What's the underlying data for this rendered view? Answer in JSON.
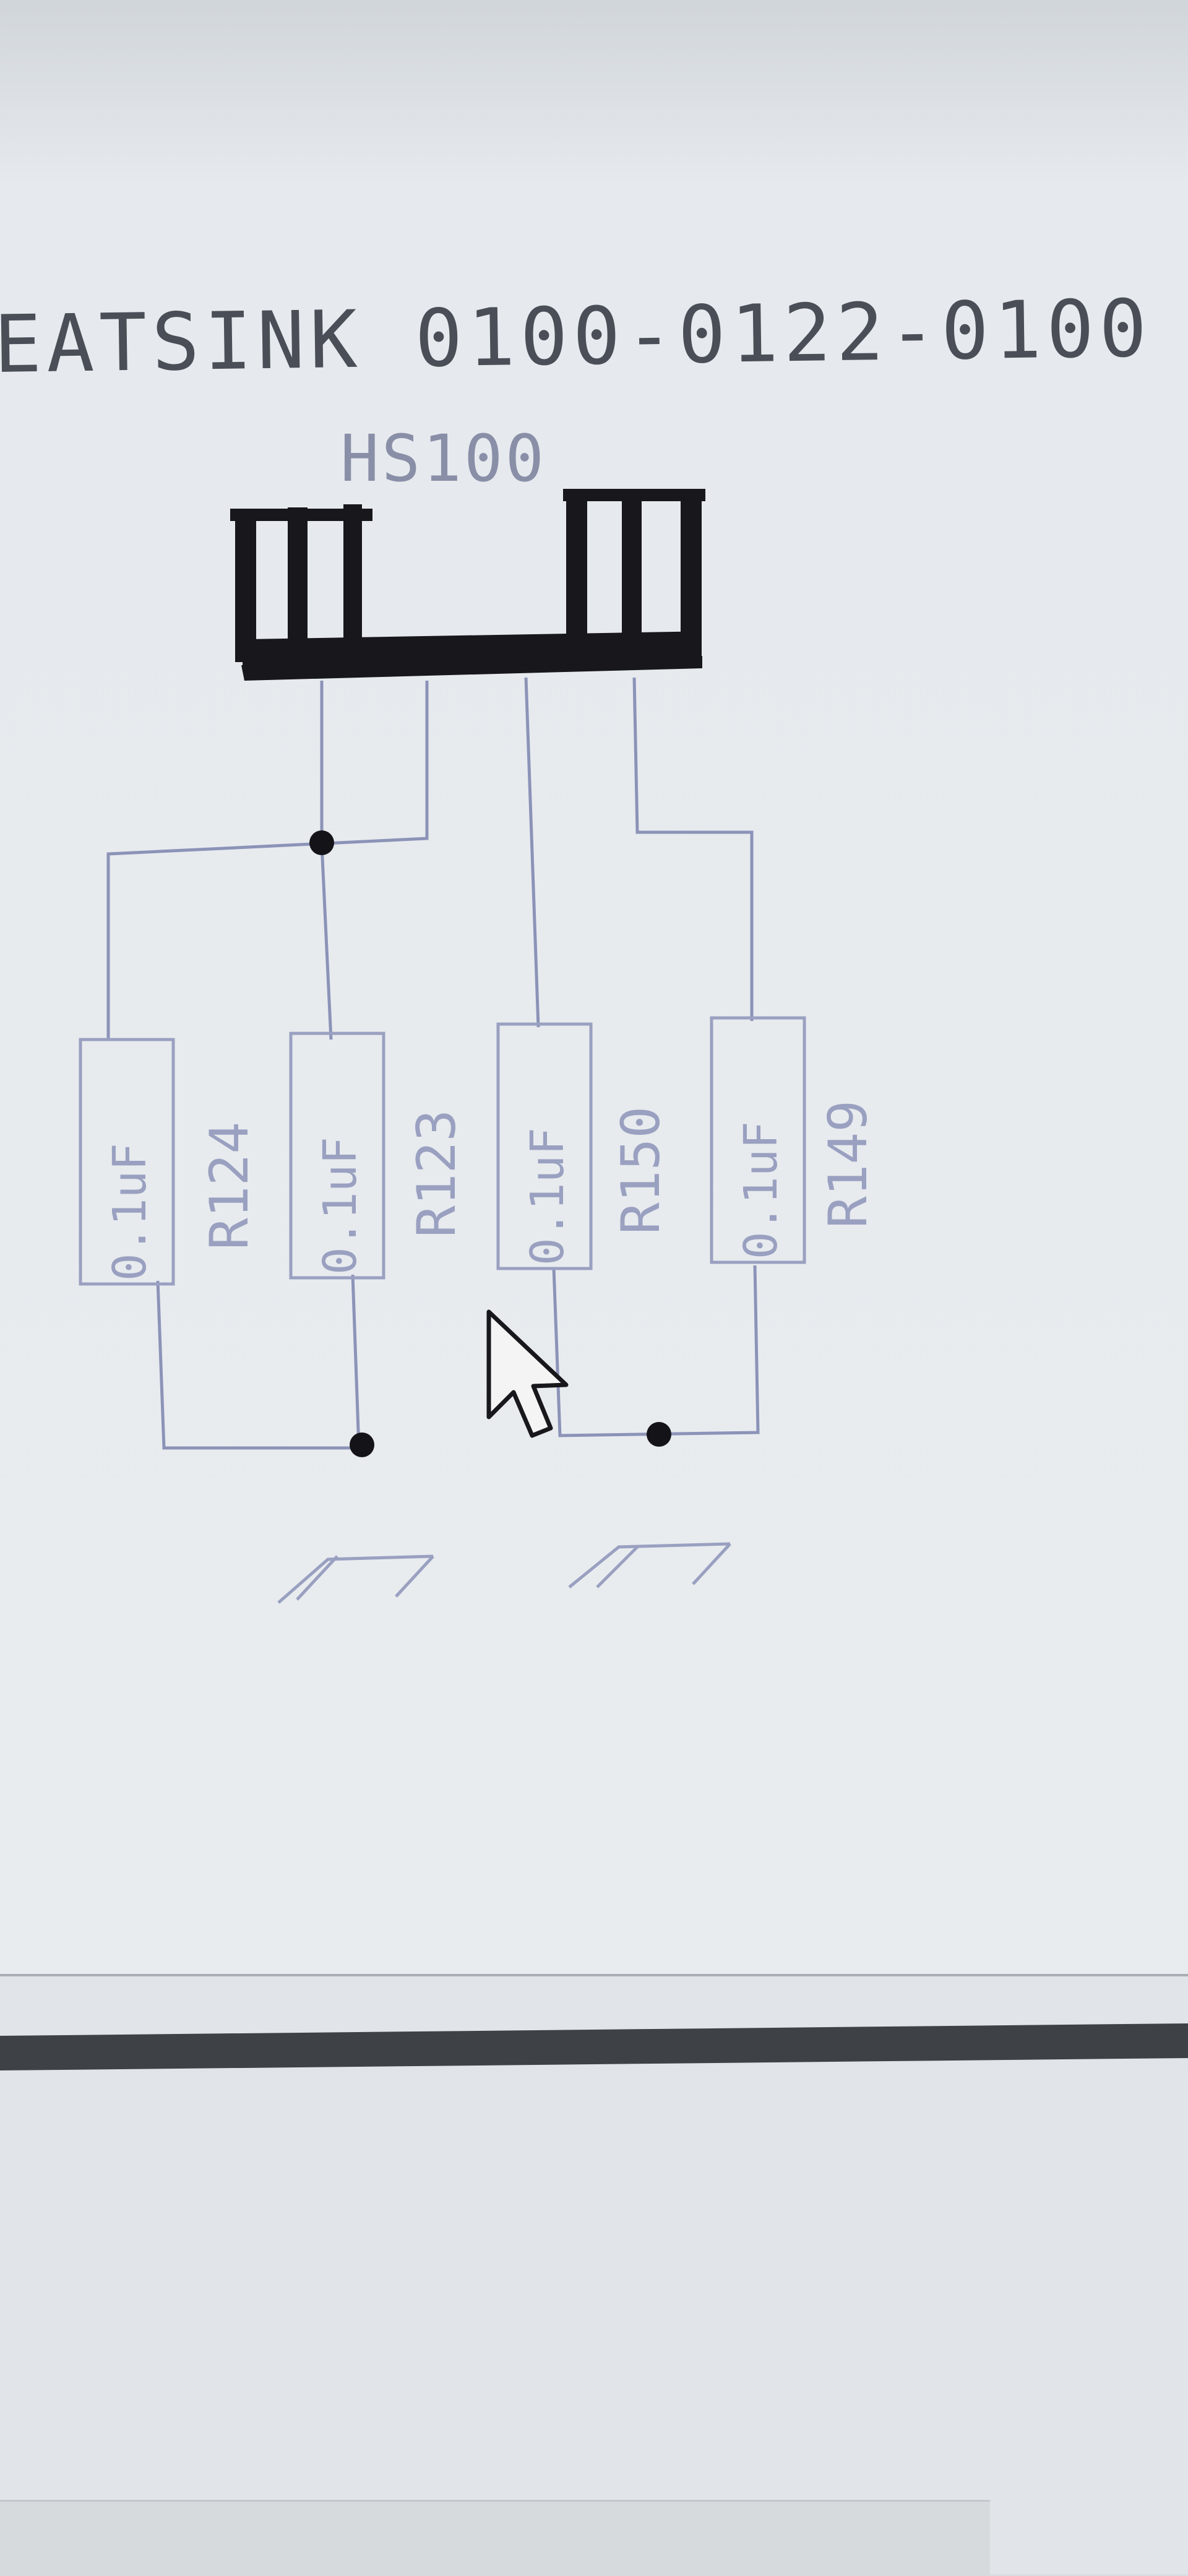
{
  "title": "EATSINK 0100-0122-0100",
  "heatsink_ref": "HS100",
  "components": [
    {
      "value": "0.1uF",
      "ref": "R124"
    },
    {
      "value": "0.1uF",
      "ref": "R123"
    },
    {
      "value": "0.1uF",
      "ref": "R150"
    },
    {
      "value": "0.1uF",
      "ref": "R149"
    }
  ],
  "colors": {
    "wire": "#8c93b8",
    "heatsink": "#17171c",
    "junction": "#141418",
    "title": "#4a4e57",
    "component_text": "#9aa0c0"
  },
  "icons": {
    "cursor": "arrow-cursor-icon",
    "ground": "ground-icon"
  }
}
